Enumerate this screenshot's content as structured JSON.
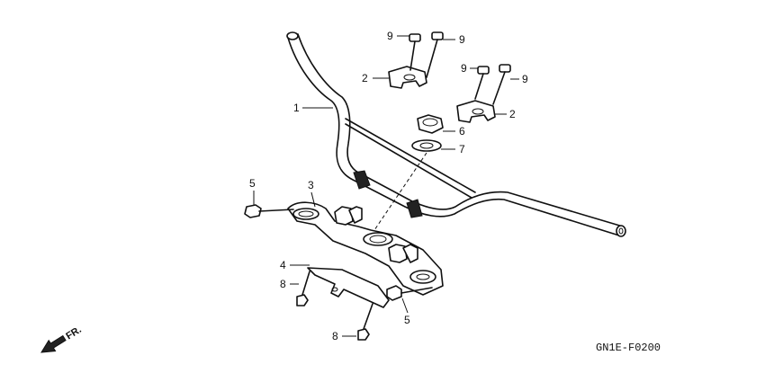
{
  "callouts": [
    {
      "id": "c1",
      "number": "1",
      "part": "handlebar"
    },
    {
      "id": "c2a",
      "number": "2",
      "part": "holder-upper-left"
    },
    {
      "id": "c2b",
      "number": "2",
      "part": "holder-upper-right"
    },
    {
      "id": "c3",
      "number": "3",
      "part": "holder-lower"
    },
    {
      "id": "c4",
      "number": "4",
      "part": "plate"
    },
    {
      "id": "c5a",
      "number": "5",
      "part": "bolt-left"
    },
    {
      "id": "c5b",
      "number": "5",
      "part": "bolt-right"
    },
    {
      "id": "c6",
      "number": "6",
      "part": "nut"
    },
    {
      "id": "c7",
      "number": "7",
      "part": "washer"
    },
    {
      "id": "c8a",
      "number": "8",
      "part": "bolt-plate-left"
    },
    {
      "id": "c8b",
      "number": "8",
      "part": "bolt-plate-bottom"
    },
    {
      "id": "c9a",
      "number": "9",
      "part": "bolt-holder-1"
    },
    {
      "id": "c9b",
      "number": "9",
      "part": "bolt-holder-2"
    },
    {
      "id": "c9c",
      "number": "9",
      "part": "bolt-holder-3"
    },
    {
      "id": "c9d",
      "number": "9",
      "part": "bolt-holder-4"
    }
  ],
  "direction_label": "FR.",
  "diagram_code": "GN1E-F0200"
}
